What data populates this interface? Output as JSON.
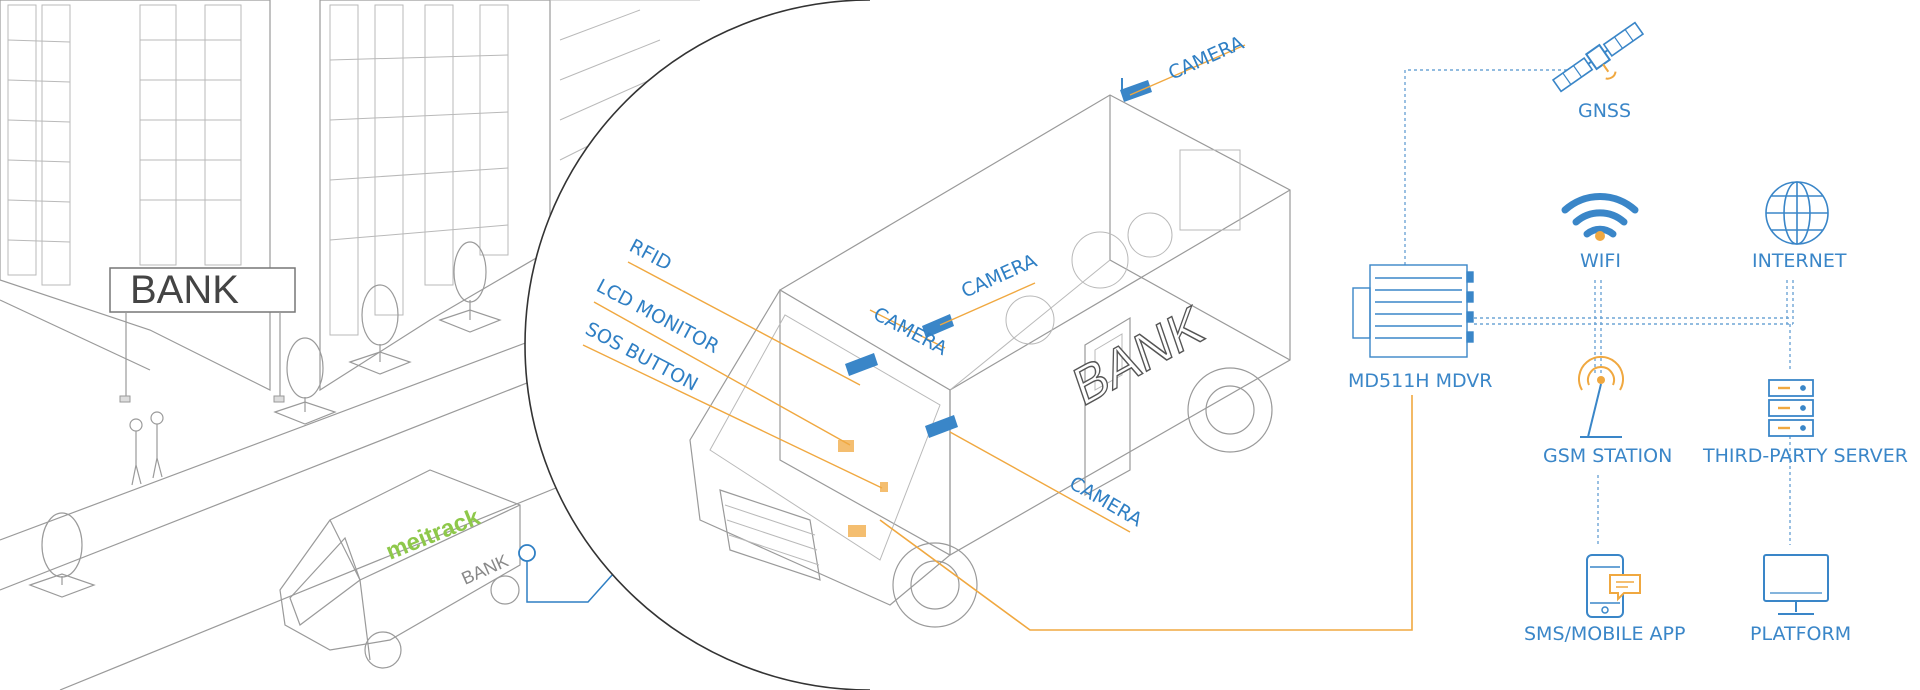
{
  "building": {
    "sign": "BANK"
  },
  "small_van": {
    "brand": "meitrack",
    "side_text": "BANK"
  },
  "big_van": {
    "side_text": "BANK"
  },
  "van_labels": {
    "camera_roof": "CAMERA",
    "camera_inner": "CAMERA",
    "camera_cab": "CAMERA",
    "camera_side": "CAMERA",
    "rfid": "RFID",
    "lcd_monitor": "LCD MONITOR",
    "sos_button": "SOS BUTTON"
  },
  "network": {
    "gnss": "GNSS",
    "wifi": "WIFI",
    "internet": "INTERNET",
    "mdvr": "MD511H MDVR",
    "gsm_station": "GSM STATION",
    "third_party_server": "THIRD-PARTY SERVER",
    "sms_mobile_app": "SMS/MOBILE APP",
    "platform": "PLATFORM"
  },
  "colors": {
    "accent_blue": "#3a86c8",
    "accent_orange": "#f0a840",
    "line_gray": "#9a9a9a"
  },
  "icons": [
    "satellite-icon",
    "wifi-icon",
    "globe-icon",
    "mdvr-device-icon",
    "cell-tower-icon",
    "server-icon",
    "smartphone-icon",
    "monitor-icon"
  ]
}
